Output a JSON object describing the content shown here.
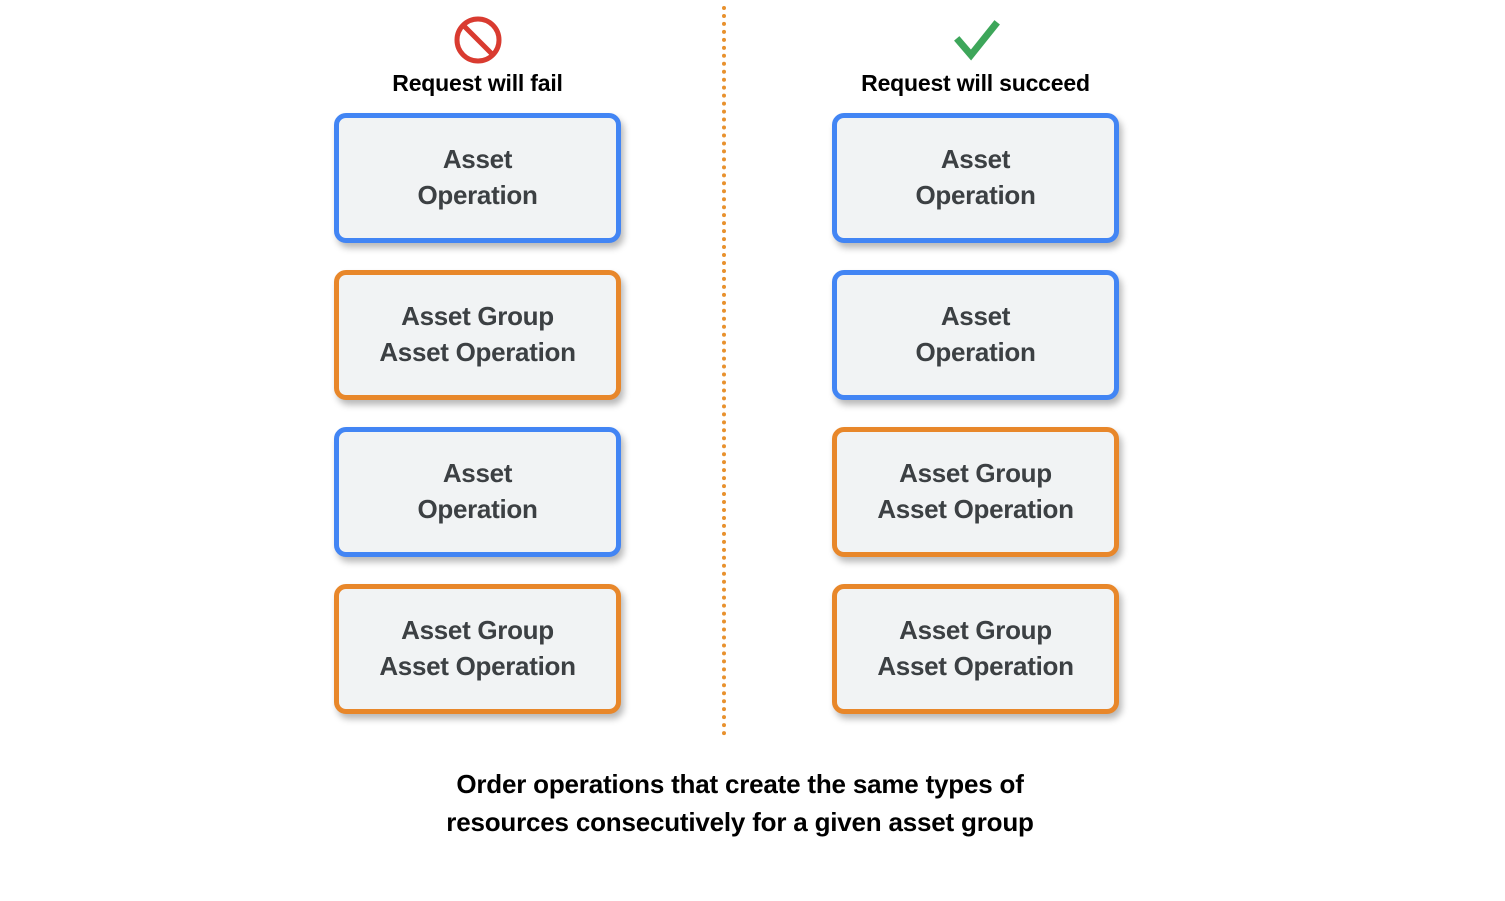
{
  "colors": {
    "blue_border": "#4285F4",
    "orange_border": "#E8872A",
    "box_fill": "#F1F3F4",
    "box_text": "#3C4043",
    "fail_icon": "#D93B30",
    "succeed_icon": "#3DA65A",
    "divider": "#E8912D",
    "background": "#FFFFFF"
  },
  "columns": [
    {
      "id": "fail",
      "header": {
        "icon": "prohibition-icon",
        "label": "Request will fail"
      },
      "boxes": [
        {
          "type": "asset-operation",
          "color": "blue",
          "text": "Asset\nOperation"
        },
        {
          "type": "asset-group-asset-operation",
          "color": "orange",
          "text": "Asset Group\nAsset Operation"
        },
        {
          "type": "asset-operation",
          "color": "blue",
          "text": "Asset\nOperation"
        },
        {
          "type": "asset-group-asset-operation",
          "color": "orange",
          "text": "Asset Group\nAsset Operation"
        }
      ]
    },
    {
      "id": "succeed",
      "header": {
        "icon": "checkmark-icon",
        "label": "Request will succeed"
      },
      "boxes": [
        {
          "type": "asset-operation",
          "color": "blue",
          "text": "Asset\nOperation"
        },
        {
          "type": "asset-operation",
          "color": "blue",
          "text": "Asset\nOperation"
        },
        {
          "type": "asset-group-asset-operation",
          "color": "orange",
          "text": "Asset Group\nAsset Operation"
        },
        {
          "type": "asset-group-asset-operation",
          "color": "orange",
          "text": "Asset Group\nAsset Operation"
        }
      ]
    }
  ],
  "caption": "Order operations that create the same types of\nresources consecutively for a given asset group"
}
